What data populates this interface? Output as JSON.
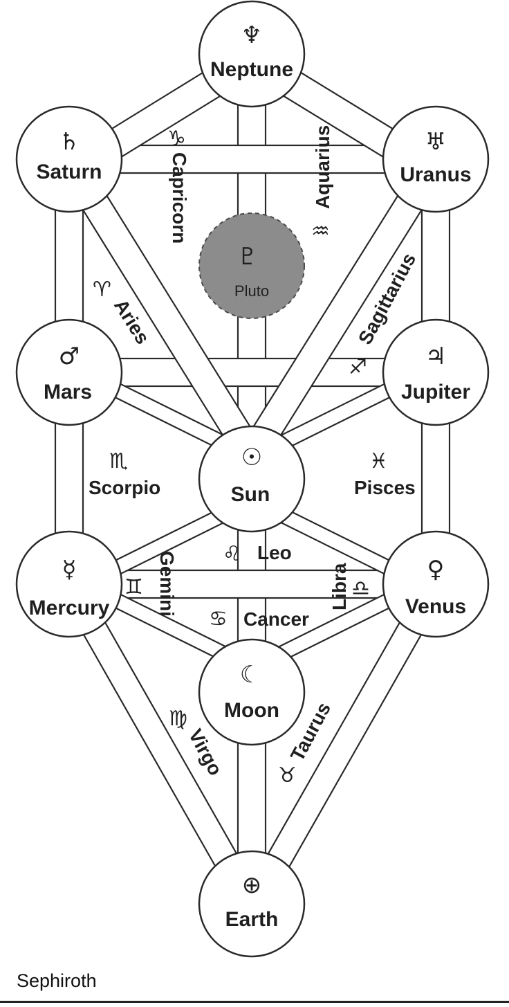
{
  "caption": "Sephiroth",
  "nodes": {
    "neptune": {
      "name": "Neptune",
      "symbol": "♆"
    },
    "saturn": {
      "name": "Saturn",
      "symbol": "♄"
    },
    "uranus": {
      "name": "Uranus",
      "symbol": "♅"
    },
    "mars": {
      "name": "Mars",
      "symbol": "♂"
    },
    "jupiter": {
      "name": "Jupiter",
      "symbol": "♃"
    },
    "sun": {
      "name": "Sun",
      "symbol": "☉"
    },
    "mercury": {
      "name": "Mercury",
      "symbol": "☿"
    },
    "venus": {
      "name": "Venus",
      "symbol": "♀"
    },
    "moon": {
      "name": "Moon",
      "symbol": "☾"
    },
    "earth": {
      "name": "Earth",
      "symbol": "⊕"
    },
    "pluto": {
      "name": "Pluto",
      "symbol": "♇"
    }
  },
  "paths": {
    "capricorn": {
      "label": "Capricorn",
      "symbol": "♑"
    },
    "aquarius": {
      "label": "Aquarius",
      "symbol": "♒"
    },
    "aries": {
      "label": "Aries",
      "symbol": "♈"
    },
    "sagittarius": {
      "label": "Sagittarius",
      "symbol": "♐"
    },
    "scorpio": {
      "label": "Scorpio",
      "symbol": "♏"
    },
    "pisces": {
      "label": "Pisces",
      "symbol": "♓"
    },
    "leo": {
      "label": "Leo",
      "symbol": "♌"
    },
    "cancer": {
      "label": "Cancer",
      "symbol": "♋"
    },
    "gemini": {
      "label": "Gemini",
      "symbol": "♊"
    },
    "libra": {
      "label": "Libra",
      "symbol": "♎"
    },
    "virgo": {
      "label": "Virgo",
      "symbol": "♍"
    },
    "taurus": {
      "label": "Taurus",
      "symbol": "♉"
    }
  }
}
